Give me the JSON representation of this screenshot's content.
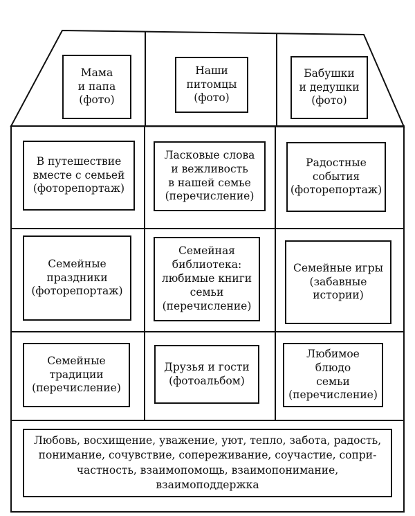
{
  "attic": [
    "Мама\nи папа\n(фото)",
    "Наши\nпитомцы\n(фото)",
    "Бабушки\nи дедушки\n(фото)"
  ],
  "floor_1": [
    "В путешествие\nвместе с семьей\n(фоторепортаж)",
    "Ласковые слова\nи вежливость\nв нашей семье\n(перечисление)",
    "Радостные\nсобытия\n(фоторепортаж)"
  ],
  "floor_2": [
    "Семейные\nпраздники\n(фоторепортаж)",
    "Семейная\nбиблиотека:\nлюбимые книги\nсемьи\n(перечисление)",
    "Семейные игры\n(забавные\nистории)"
  ],
  "floor_3": [
    "Семейные\nтрадиции\n(перечисление)",
    "Друзья и гости\n(фотоальбом)",
    "Любимое блюдо\nсемьи\n(перечисление)"
  ],
  "foundation": "Любовь, восхищение, уважение, уют, тепло, забота, радость,\nпонимание, сочувствие, сопереживание, соучастие, сопри-\nчастность, взаимопомощь, взаимопонимание, взаимоподдержка"
}
